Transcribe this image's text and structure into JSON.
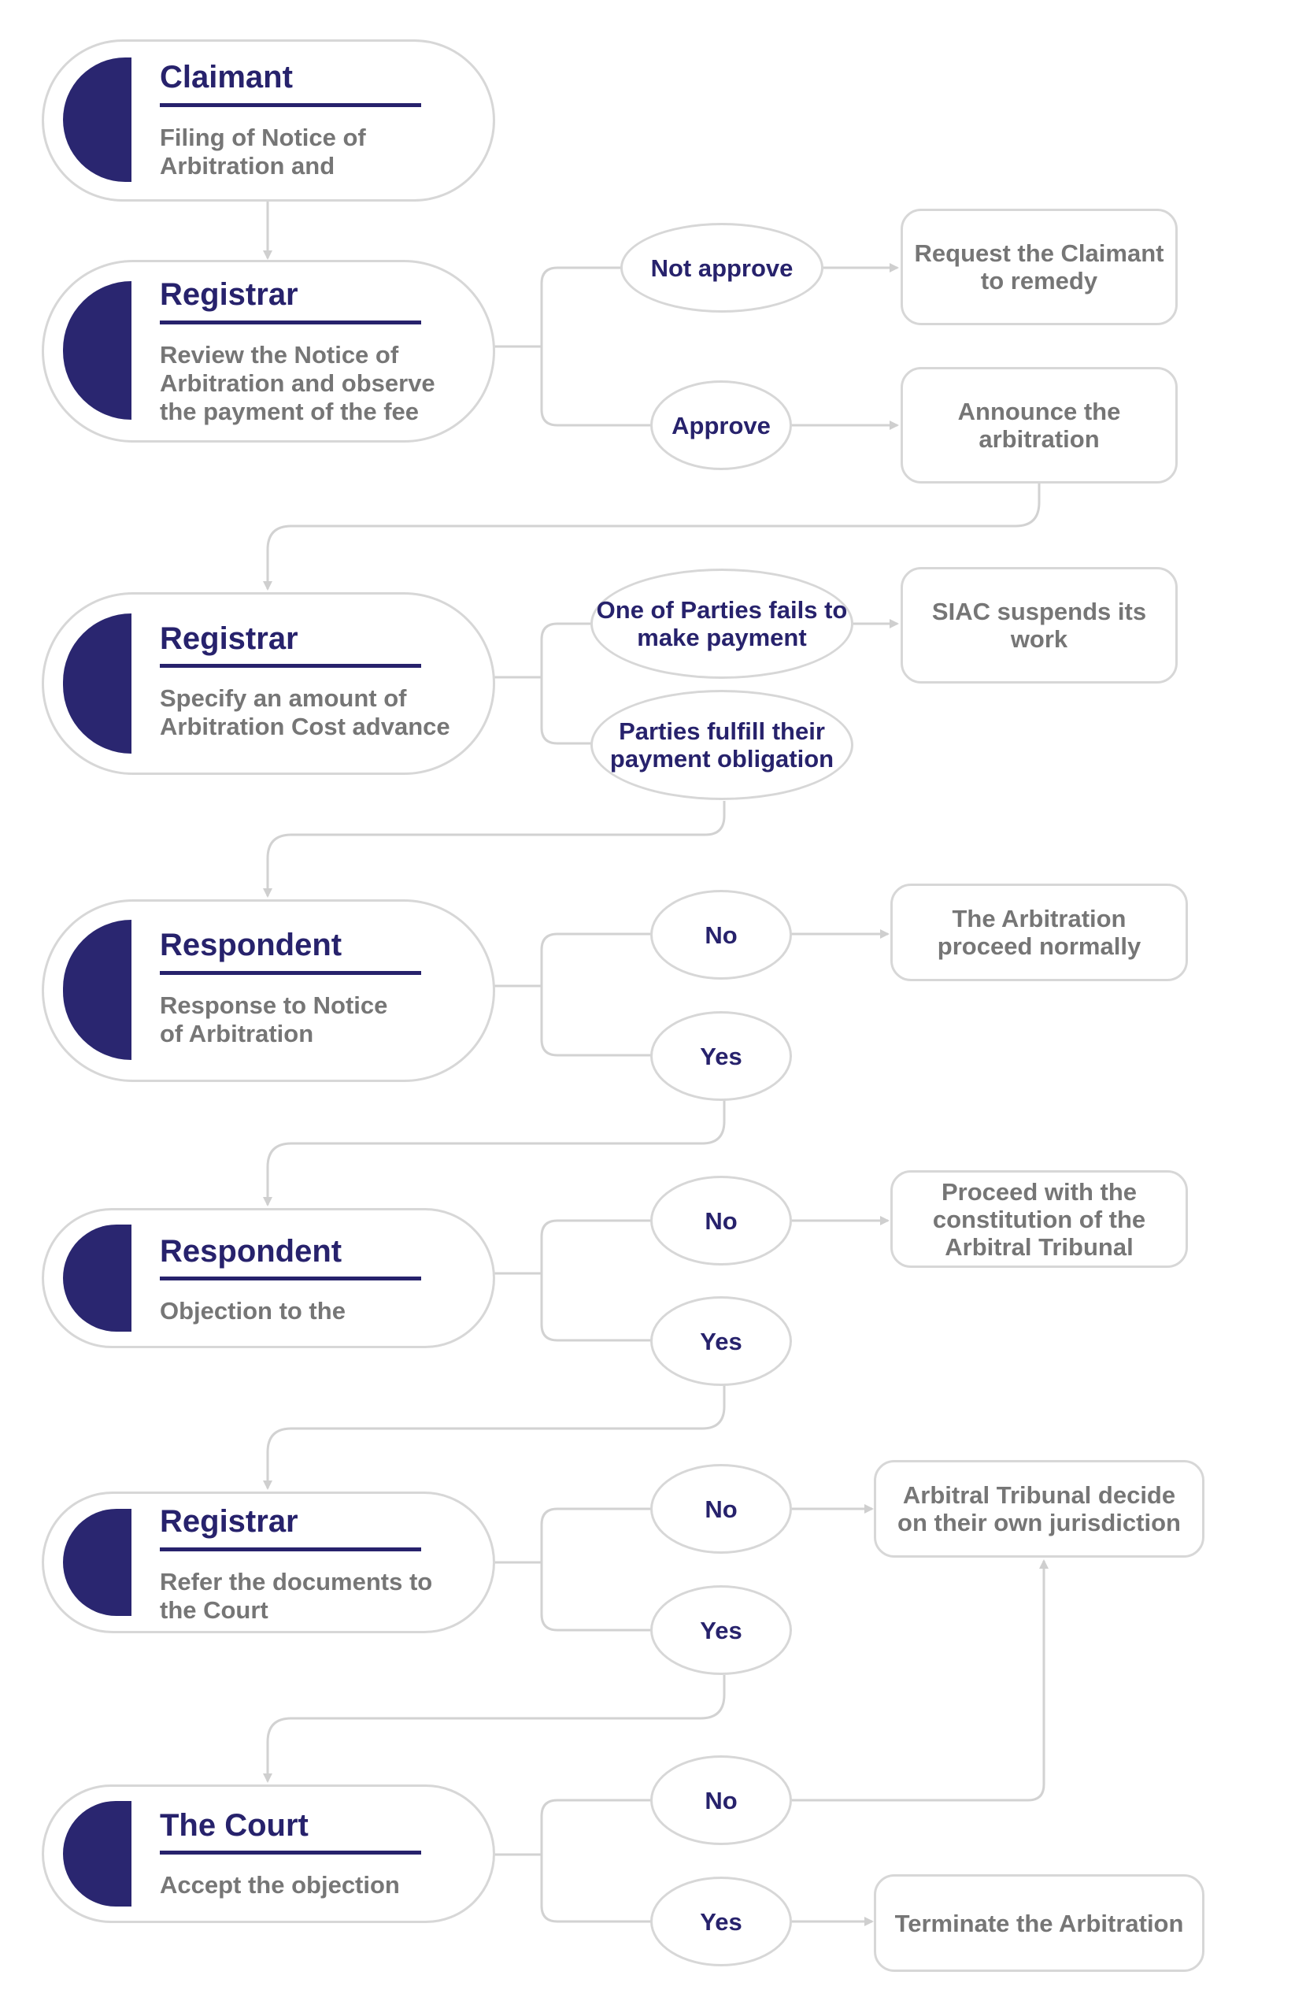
{
  "stages": [
    {
      "actor": "Claimant",
      "description": "Filing of Notice of Arbitration and"
    },
    {
      "actor": "Registrar",
      "description": "Review the Notice of Arbitration and observe the payment of the fee"
    },
    {
      "actor": "Registrar",
      "description": "Specify an amount of Arbitration Cost advance"
    },
    {
      "actor": "Respondent",
      "description": "Response to Notice of Arbitration"
    },
    {
      "actor": "Respondent",
      "description": "Objection to the"
    },
    {
      "actor": "Registrar",
      "description": "Refer the documents to the Court"
    },
    {
      "actor": "The Court",
      "description": "Accept the objection"
    }
  ],
  "decisions": [
    "Not approve",
    "Approve",
    "One of Parties fails to make payment",
    "Parties fulfill their payment obligation",
    "No",
    "Yes",
    "No",
    "Yes",
    "No",
    "Yes",
    "No",
    "Yes"
  ],
  "outcomes": [
    "Request the Claimant to remedy",
    "Announce the arbitration",
    "SIAC suspends its work",
    "The Arbitration proceed normally",
    "Proceed with the constitution of the Arbitral Tribunal",
    "Arbitral Tribunal decide on their own jurisdiction",
    "Terminate the Arbitration"
  ],
  "colors": {
    "accent": "#27226c",
    "half_circle": "#2a2670",
    "connector": "#d2d2d2",
    "muted_text": "#767676"
  }
}
